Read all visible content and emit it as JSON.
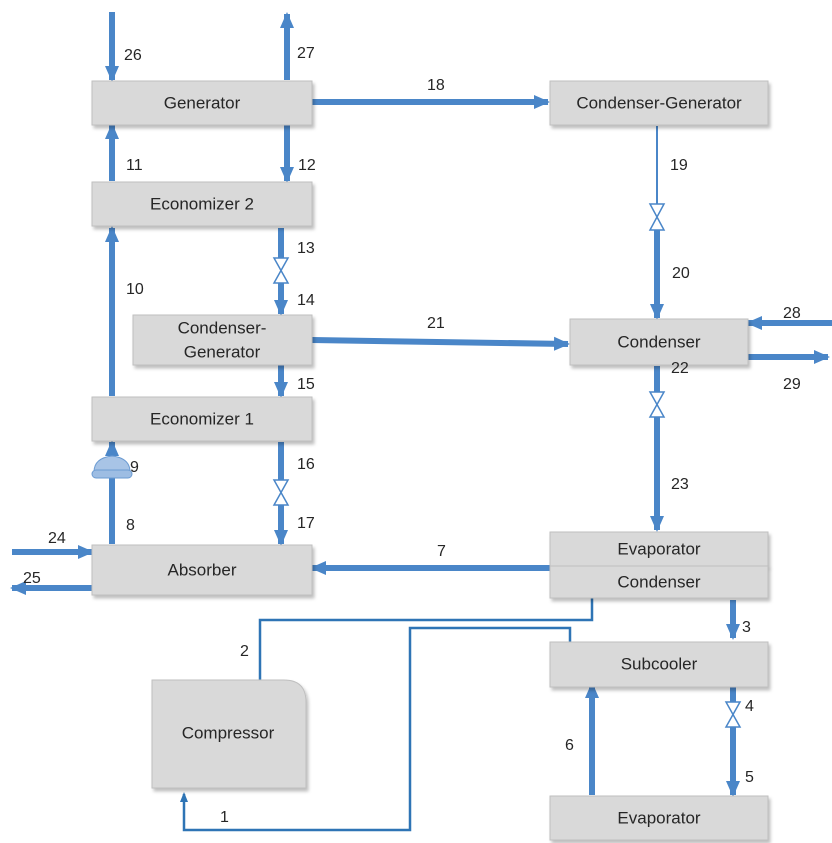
{
  "components": {
    "generator": "Generator",
    "condenser_generator_top": "Condenser-Generator",
    "economizer_2": "Economizer 2",
    "condenser_generator_mid_line1": "Condenser-",
    "condenser_generator_mid_line2": "Generator",
    "condenser": "Condenser",
    "economizer_1": "Economizer 1",
    "absorber": "Absorber",
    "evaporator_upper": "Evaporator",
    "condenser_lower": "Condenser",
    "subcooler": "Subcooler",
    "compressor": "Compressor",
    "evaporator_bottom": "Evaporator"
  },
  "streams": {
    "s1": "1",
    "s2": "2",
    "s3": "3",
    "s4": "4",
    "s5": "5",
    "s6": "6",
    "s7": "7",
    "s8": "8",
    "s9": "9",
    "s10": "10",
    "s11": "11",
    "s12": "12",
    "s13": "13",
    "s14": "14",
    "s15": "15",
    "s16": "16",
    "s17": "17",
    "s18": "18",
    "s19": "19",
    "s20": "20",
    "s21": "21",
    "s22": "22",
    "s23": "23",
    "s24": "24",
    "s25": "25",
    "s26": "26",
    "s27": "27",
    "s28": "28",
    "s29": "29"
  },
  "colors": {
    "flow": "#4a86c8",
    "pipe": "#2e74b5",
    "component_fill": "#d9d9d9"
  }
}
